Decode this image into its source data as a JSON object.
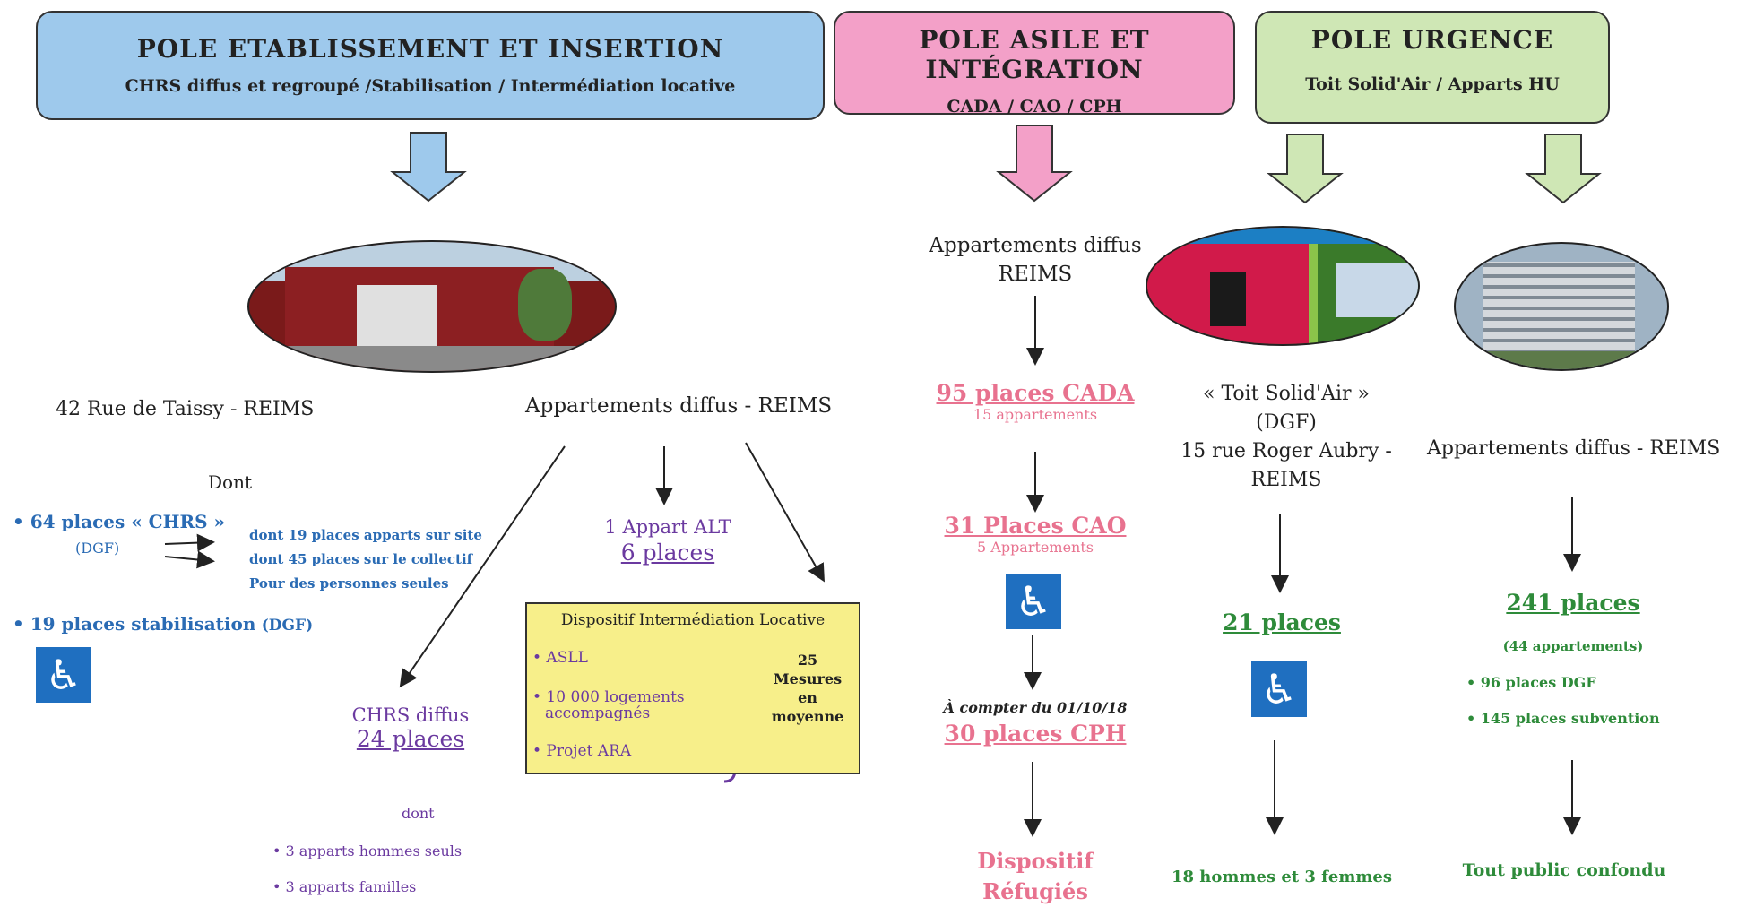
{
  "poles": {
    "etablissement": {
      "title": "POLE ETABLISSEMENT ET INSERTION",
      "subtitle": "CHRS diffus et regroupé /Stabilisation / Intermédiation locative",
      "color": "#9ec9ec"
    },
    "asile": {
      "title": "POLE ASILE ET INTÉGRATION",
      "subtitle": "CADA / CAO / CPH",
      "color": "#f3a0c8"
    },
    "urgence": {
      "title": "POLE URGENCE",
      "subtitle": "Toit Solid'Air / Apparts HU",
      "color": "#cfe7b5"
    }
  },
  "etab": {
    "site_label": "42 Rue de Taissy - REIMS",
    "dont": "Dont",
    "chrs_places": "• 64 places « CHRS »",
    "chrs_dgf": "(DGF)",
    "detail_1": "dont 19 places apparts sur site",
    "detail_2": "dont 45 places sur le collectif",
    "detail_3": "Pour des personnes seules",
    "stabilisation": "• 19 places stabilisation",
    "stabilisation_dgf": "(DGF)",
    "diffus_label": "Appartements diffus - REIMS",
    "alt_title": "1 Appart ALT",
    "alt_places": "6 places",
    "chrs_diffus_title": "CHRS diffus",
    "chrs_diffus_places": "24 places",
    "dont_small": "dont",
    "apparts_hommes": "• 3 apparts hommes seuls",
    "apparts_familles": "• 3 apparts familles",
    "dil_title": "Dispositif Intermédiation Locative",
    "dil_item_1": "• ASLL",
    "dil_item_2a": "• 10 000 logements",
    "dil_item_2b": "accompagnés",
    "dil_item_3": "• Projet ARA",
    "dil_mesures_1": "25",
    "dil_mesures_2": "Mesures",
    "dil_mesures_3": "en",
    "dil_mesures_4": "moyenne"
  },
  "asile": {
    "diffus_1": "Appartements diffus",
    "diffus_2": "REIMS",
    "cada": "95 places CADA",
    "cada_sub": "15 appartements",
    "cao": "31 Places CAO",
    "cao_sub": "5 Appartements",
    "cph_date": "À compter du 01/10/18",
    "cph": "30 places CPH",
    "refugies_1": "Dispositif",
    "refugies_2": "Réfugiés"
  },
  "urgence": {
    "toit_1": "« Toit Solid'Air »",
    "toit_2": "(DGF)",
    "toit_3": "15 rue Roger Aubry -",
    "toit_4": "REIMS",
    "toit_places": "21 places",
    "toit_public": "18 hommes et 3 femmes",
    "hu_label": "Appartements diffus - REIMS",
    "hu_places": "241 places",
    "hu_apparts": "(44 appartements)",
    "hu_dgf": "• 96 places DGF",
    "hu_subv": "• 145 places subvention",
    "hu_public": "Tout public confondu"
  },
  "icons": {
    "accessibility": "wheelchair-icon",
    "down_arrow": "down-arrow-icon"
  },
  "colors": {
    "blue": "#2a6bb4",
    "purple": "#6b3aa0",
    "pink": "#e8728f",
    "green": "#2e8b3a",
    "wheelchair": "#1f6fc0",
    "dil_box": "#f7ef8a"
  }
}
